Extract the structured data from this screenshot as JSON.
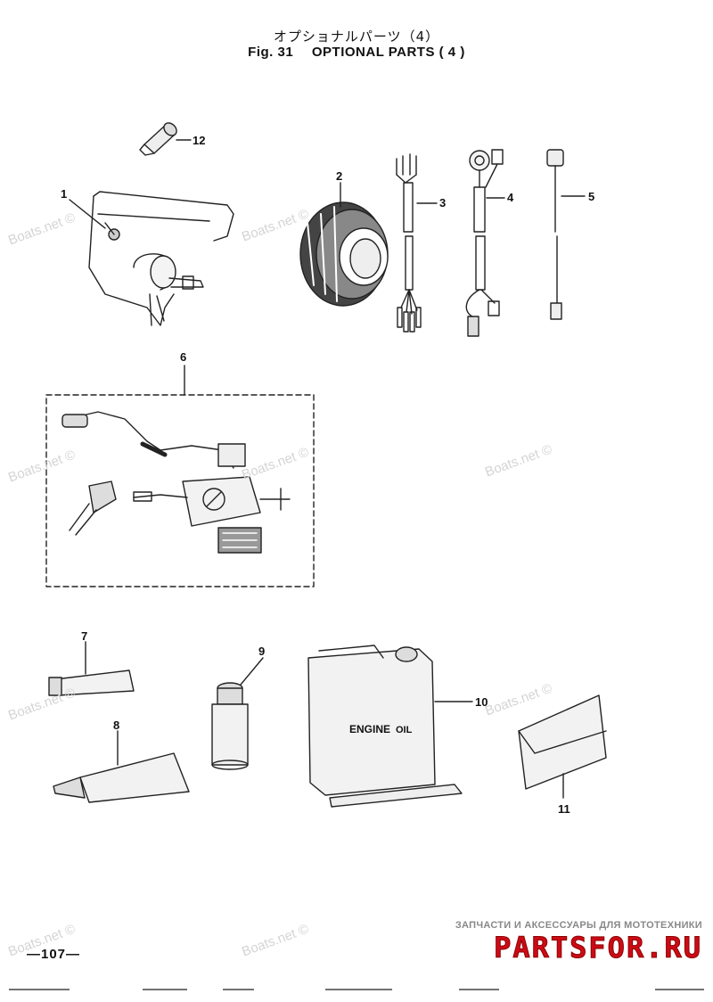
{
  "header": {
    "title_jp": "オプショナルパーツ（4）",
    "fig_label": "Fig. 31",
    "title_en": "OPTIONAL PARTS ( 4 )"
  },
  "callouts": [
    "12",
    "1",
    "2",
    "3",
    "4",
    "5",
    "6",
    "7",
    "9",
    "10",
    "8",
    "11"
  ],
  "oil_can_label": "ENGINE",
  "oil_can_mark": "OIL",
  "watermark": "Boats.net ©",
  "footer": {
    "page_number": "—107—"
  },
  "ad": {
    "tagline": "ЗАПЧАСТИ И АКСЕССУАРЫ ДЛЯ МОТОТЕХНИКИ",
    "logo_text": "PARTSFOR.RU"
  },
  "colors": {
    "line": "#222222",
    "watermark": "#d4d4d4",
    "ad_red": "#cc0b16"
  }
}
